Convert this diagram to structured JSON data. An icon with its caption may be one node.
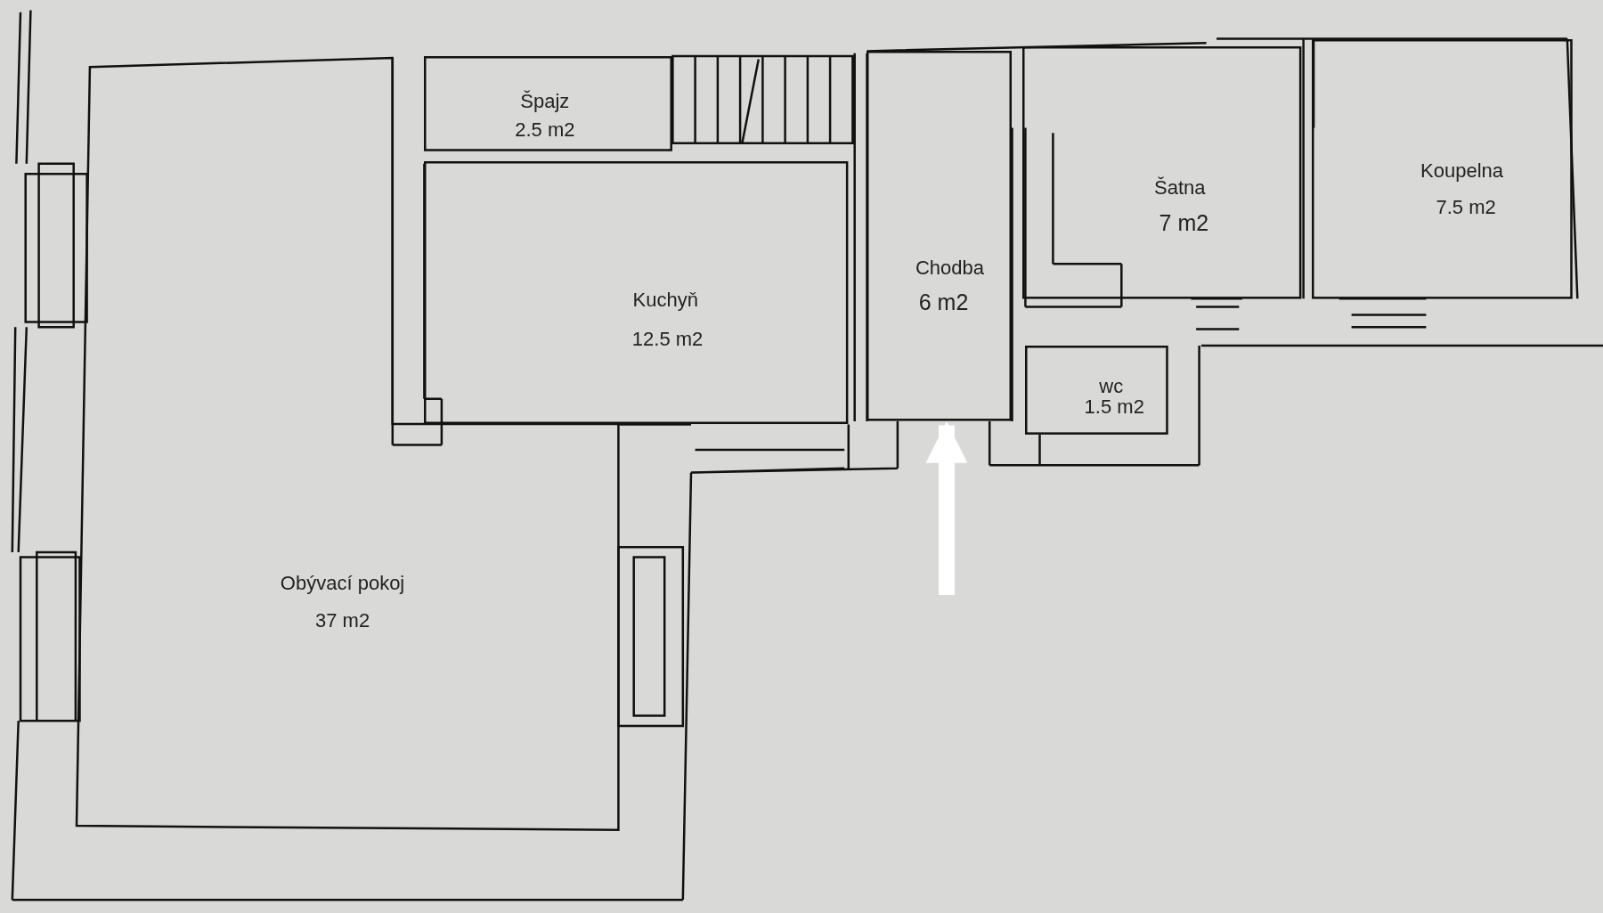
{
  "diagram": {
    "nodes": [
      {
        "text": [
          "Obývací pokoj",
          "37 m2"
        ]
      },
      {
        "text": [
          "Špajz",
          "2.5 m2"
        ]
      },
      {
        "text": [
          "Kuchyň",
          "12.5 m2"
        ]
      },
      {
        "text": [
          "Chodba",
          "6 m2"
        ]
      },
      {
        "text": [
          "Šatna",
          "7 m2"
        ]
      },
      {
        "text": [
          "Koupelna",
          "7.5 m2"
        ]
      },
      {
        "text": [
          "wc",
          "1.5 m2"
        ]
      }
    ],
    "edges": [
      {
        "from": null,
        "to": 3,
        "arrow": "to"
      }
    ]
  }
}
